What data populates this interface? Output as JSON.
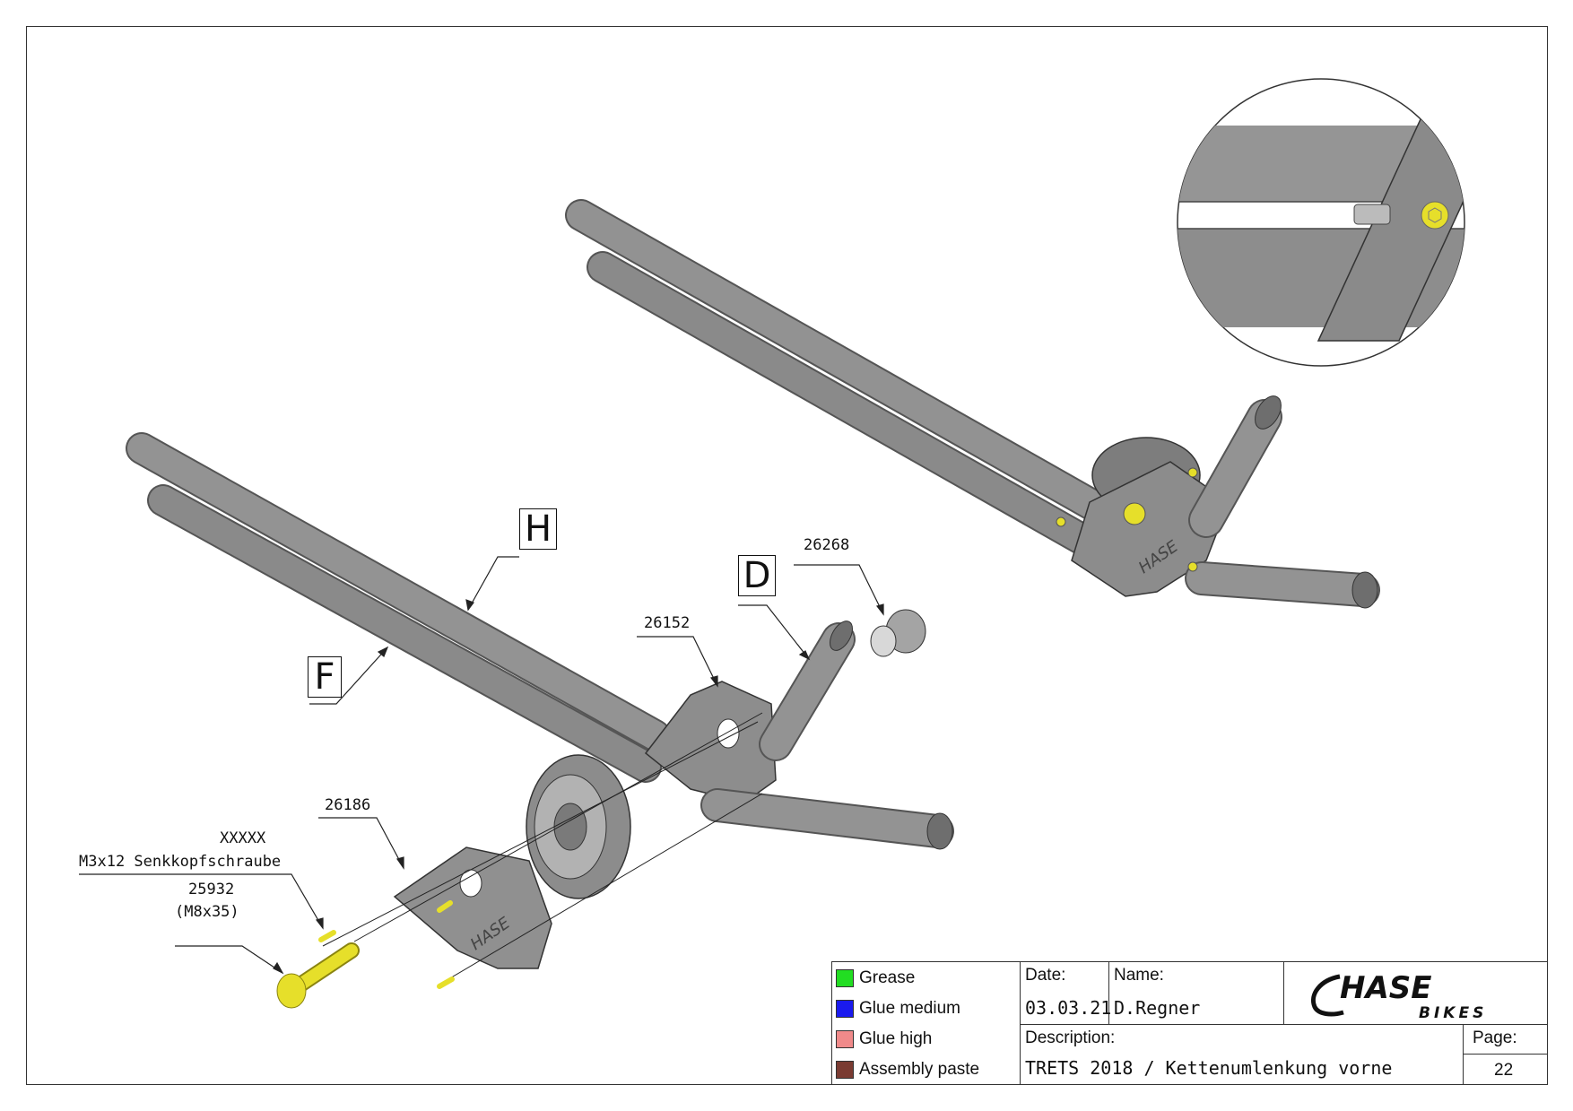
{
  "callouts": {
    "part_26268": "26268",
    "part_26152": "26152",
    "part_26186": "26186",
    "part_xxxxx": "XXXXX",
    "screw_m3": "M3x12 Senkkopfschraube",
    "part_25932": "25932",
    "screw_m8": "(M8x35)"
  },
  "view_letters": {
    "h": "H",
    "d": "D",
    "f": "F"
  },
  "legend": {
    "items": [
      {
        "label": "Grease",
        "color": "#22dd22"
      },
      {
        "label": "Glue medium",
        "color": "#1a1aee"
      },
      {
        "label": "Glue high",
        "color": "#f08a8a"
      },
      {
        "label": "Assembly paste",
        "color": "#7a3b32"
      }
    ]
  },
  "title_block": {
    "date_label": "Date:",
    "date_value": "03.03.21",
    "name_label": "Name:",
    "name_value": "D.Regner",
    "description_label": "Description:",
    "description_value": "TRETS 2018 / Kettenumlenkung vorne",
    "page_label": "Page:",
    "page_value": "22"
  },
  "logo": {
    "brand": "HASE",
    "sub": "BIKES"
  },
  "colors": {
    "tube": "#8e8e8e",
    "tube_dark": "#6f6f6f",
    "fastener": "#e6df2a",
    "line": "#222222"
  }
}
